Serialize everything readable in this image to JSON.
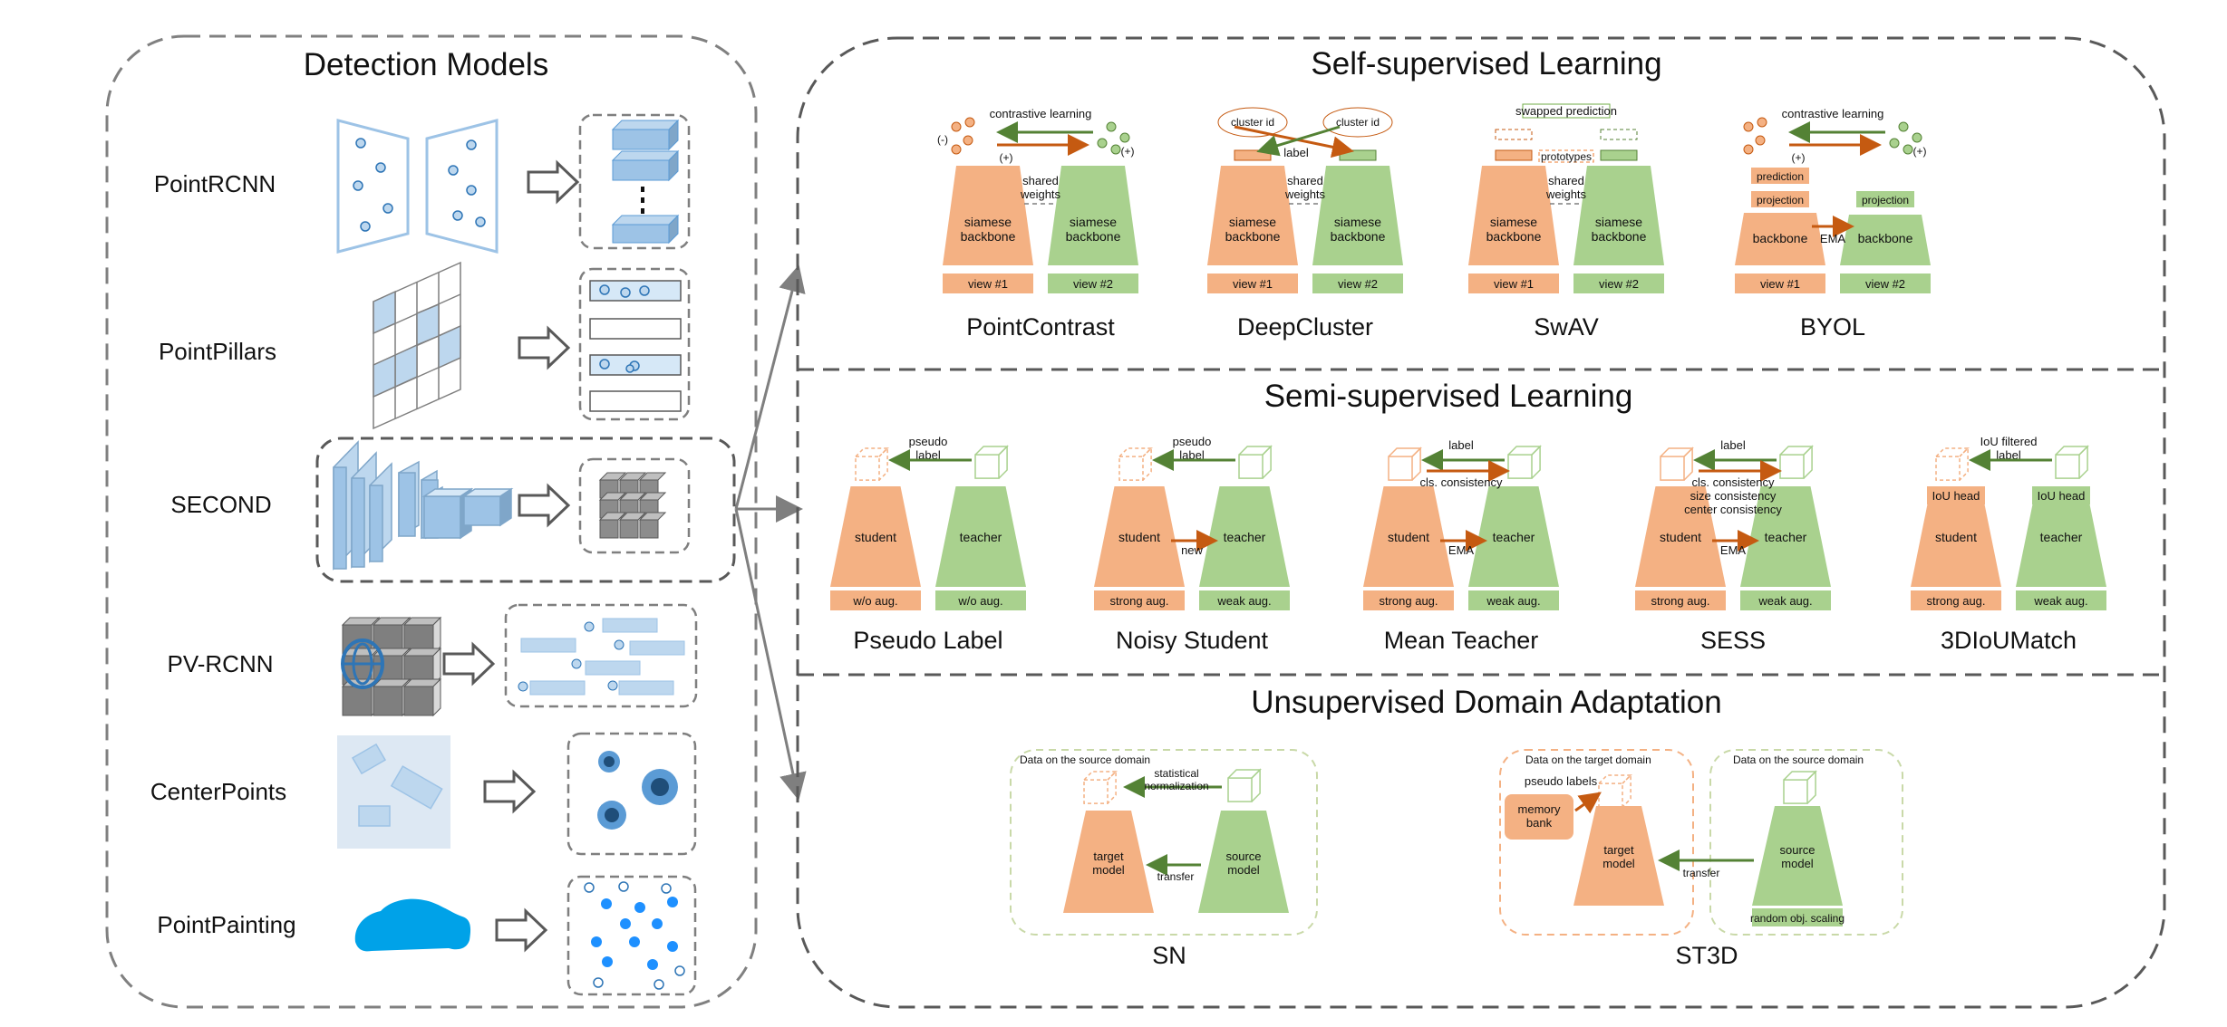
{
  "colors": {
    "orange": "#f4b183",
    "orange_dark": "#c55a11",
    "green": "#a9d18e",
    "green_dark": "#548235",
    "blue_light": "#bdd7ee",
    "blue": "#5b9bd5",
    "blue_point": "#2e75b6",
    "dash": "#808080"
  },
  "detection": {
    "title": "Detection Models",
    "models": [
      "PointRCNN",
      "PointPillars",
      "SECOND",
      "PV-RCNN",
      "CenterPoints",
      "PointPainting"
    ]
  },
  "ssl": {
    "title": "Self-supervised Learning",
    "methods": [
      {
        "name": "PointContrast",
        "top": "contrastive  learning",
        "neg": "(-)",
        "pos1": "(+)",
        "pos2": "(+)",
        "mid": "shared\nweights",
        "left_body": "siamese\nbackbone",
        "right_body": "siamese\nbackbone",
        "left_view": "view #1",
        "right_view": "view #2"
      },
      {
        "name": "DeepCluster",
        "cluster_left": "cluster id",
        "cluster_right": "cluster id",
        "label": "label",
        "mid": "shared\nweights",
        "left_body": "siamese\nbackbone",
        "right_body": "siamese\nbackbone",
        "left_view": "view #1",
        "right_view": "view #2"
      },
      {
        "name": "SwAV",
        "top": "swapped prediction",
        "proto": "prototypes",
        "mid": "shared\nweights",
        "left_body": "siamese\nbackbone",
        "right_body": "siamese\nbackbone",
        "left_view": "view #1",
        "right_view": "view #2"
      },
      {
        "name": "BYOL",
        "top": "contrastive  learning",
        "pos1": "(+)",
        "pos2": "(+)",
        "prediction": "prediction",
        "projection": "projection",
        "projection_right": "projection",
        "ema": "EMA",
        "left_body": "backbone",
        "right_body": "backbone",
        "left_view": "view #1",
        "right_view": "view #2"
      }
    ]
  },
  "semi": {
    "title": "Semi-supervised Learning",
    "methods": [
      {
        "name": "Pseudo Label",
        "top": "pseudo\nlabel",
        "left_body": "student",
        "right_body": "teacher",
        "left_aug": "w/o aug.",
        "right_aug": "w/o aug."
      },
      {
        "name": "Noisy Student",
        "top": "pseudo\nlabel",
        "mid": "new",
        "left_body": "student",
        "right_body": "teacher",
        "left_aug": "strong aug.",
        "right_aug": "weak aug."
      },
      {
        "name": "Mean Teacher",
        "top": "label",
        "consistency": "cls. consistency",
        "mid": "EMA",
        "left_body": "student",
        "right_body": "teacher",
        "left_aug": "strong aug.",
        "right_aug": "weak aug."
      },
      {
        "name": "SESS",
        "top": "label",
        "consistency": "cls. consistency\nsize consistency\ncenter consistency",
        "mid": "EMA",
        "left_body": "student",
        "right_body": "teacher",
        "left_aug": "strong aug.",
        "right_aug": "weak aug."
      },
      {
        "name": "3DIoUMatch",
        "top": "IoU filtered\nlabel",
        "left_head": "IoU head",
        "right_head": "IoU head",
        "left_body": "student",
        "right_body": "teacher",
        "left_aug": "strong aug.",
        "right_aug": "weak aug."
      }
    ]
  },
  "uda": {
    "title": "Unsupervised Domain Adaptation",
    "sn": {
      "name": "SN",
      "box_title": "Data on the source domain",
      "stat": "statistical\nnormalization",
      "transfer": "transfer",
      "left_body": "target\nmodel",
      "right_body": "source\nmodel"
    },
    "st3d": {
      "name": "ST3D",
      "target_title": "Data on the target domain",
      "source_title": "Data on the source domain",
      "pseudo": "pseudo labels",
      "memory": "memory\nbank",
      "transfer": "transfer",
      "left_body": "target\nmodel",
      "right_body": "source\nmodel",
      "scaling": "random  obj.  scaling"
    }
  }
}
